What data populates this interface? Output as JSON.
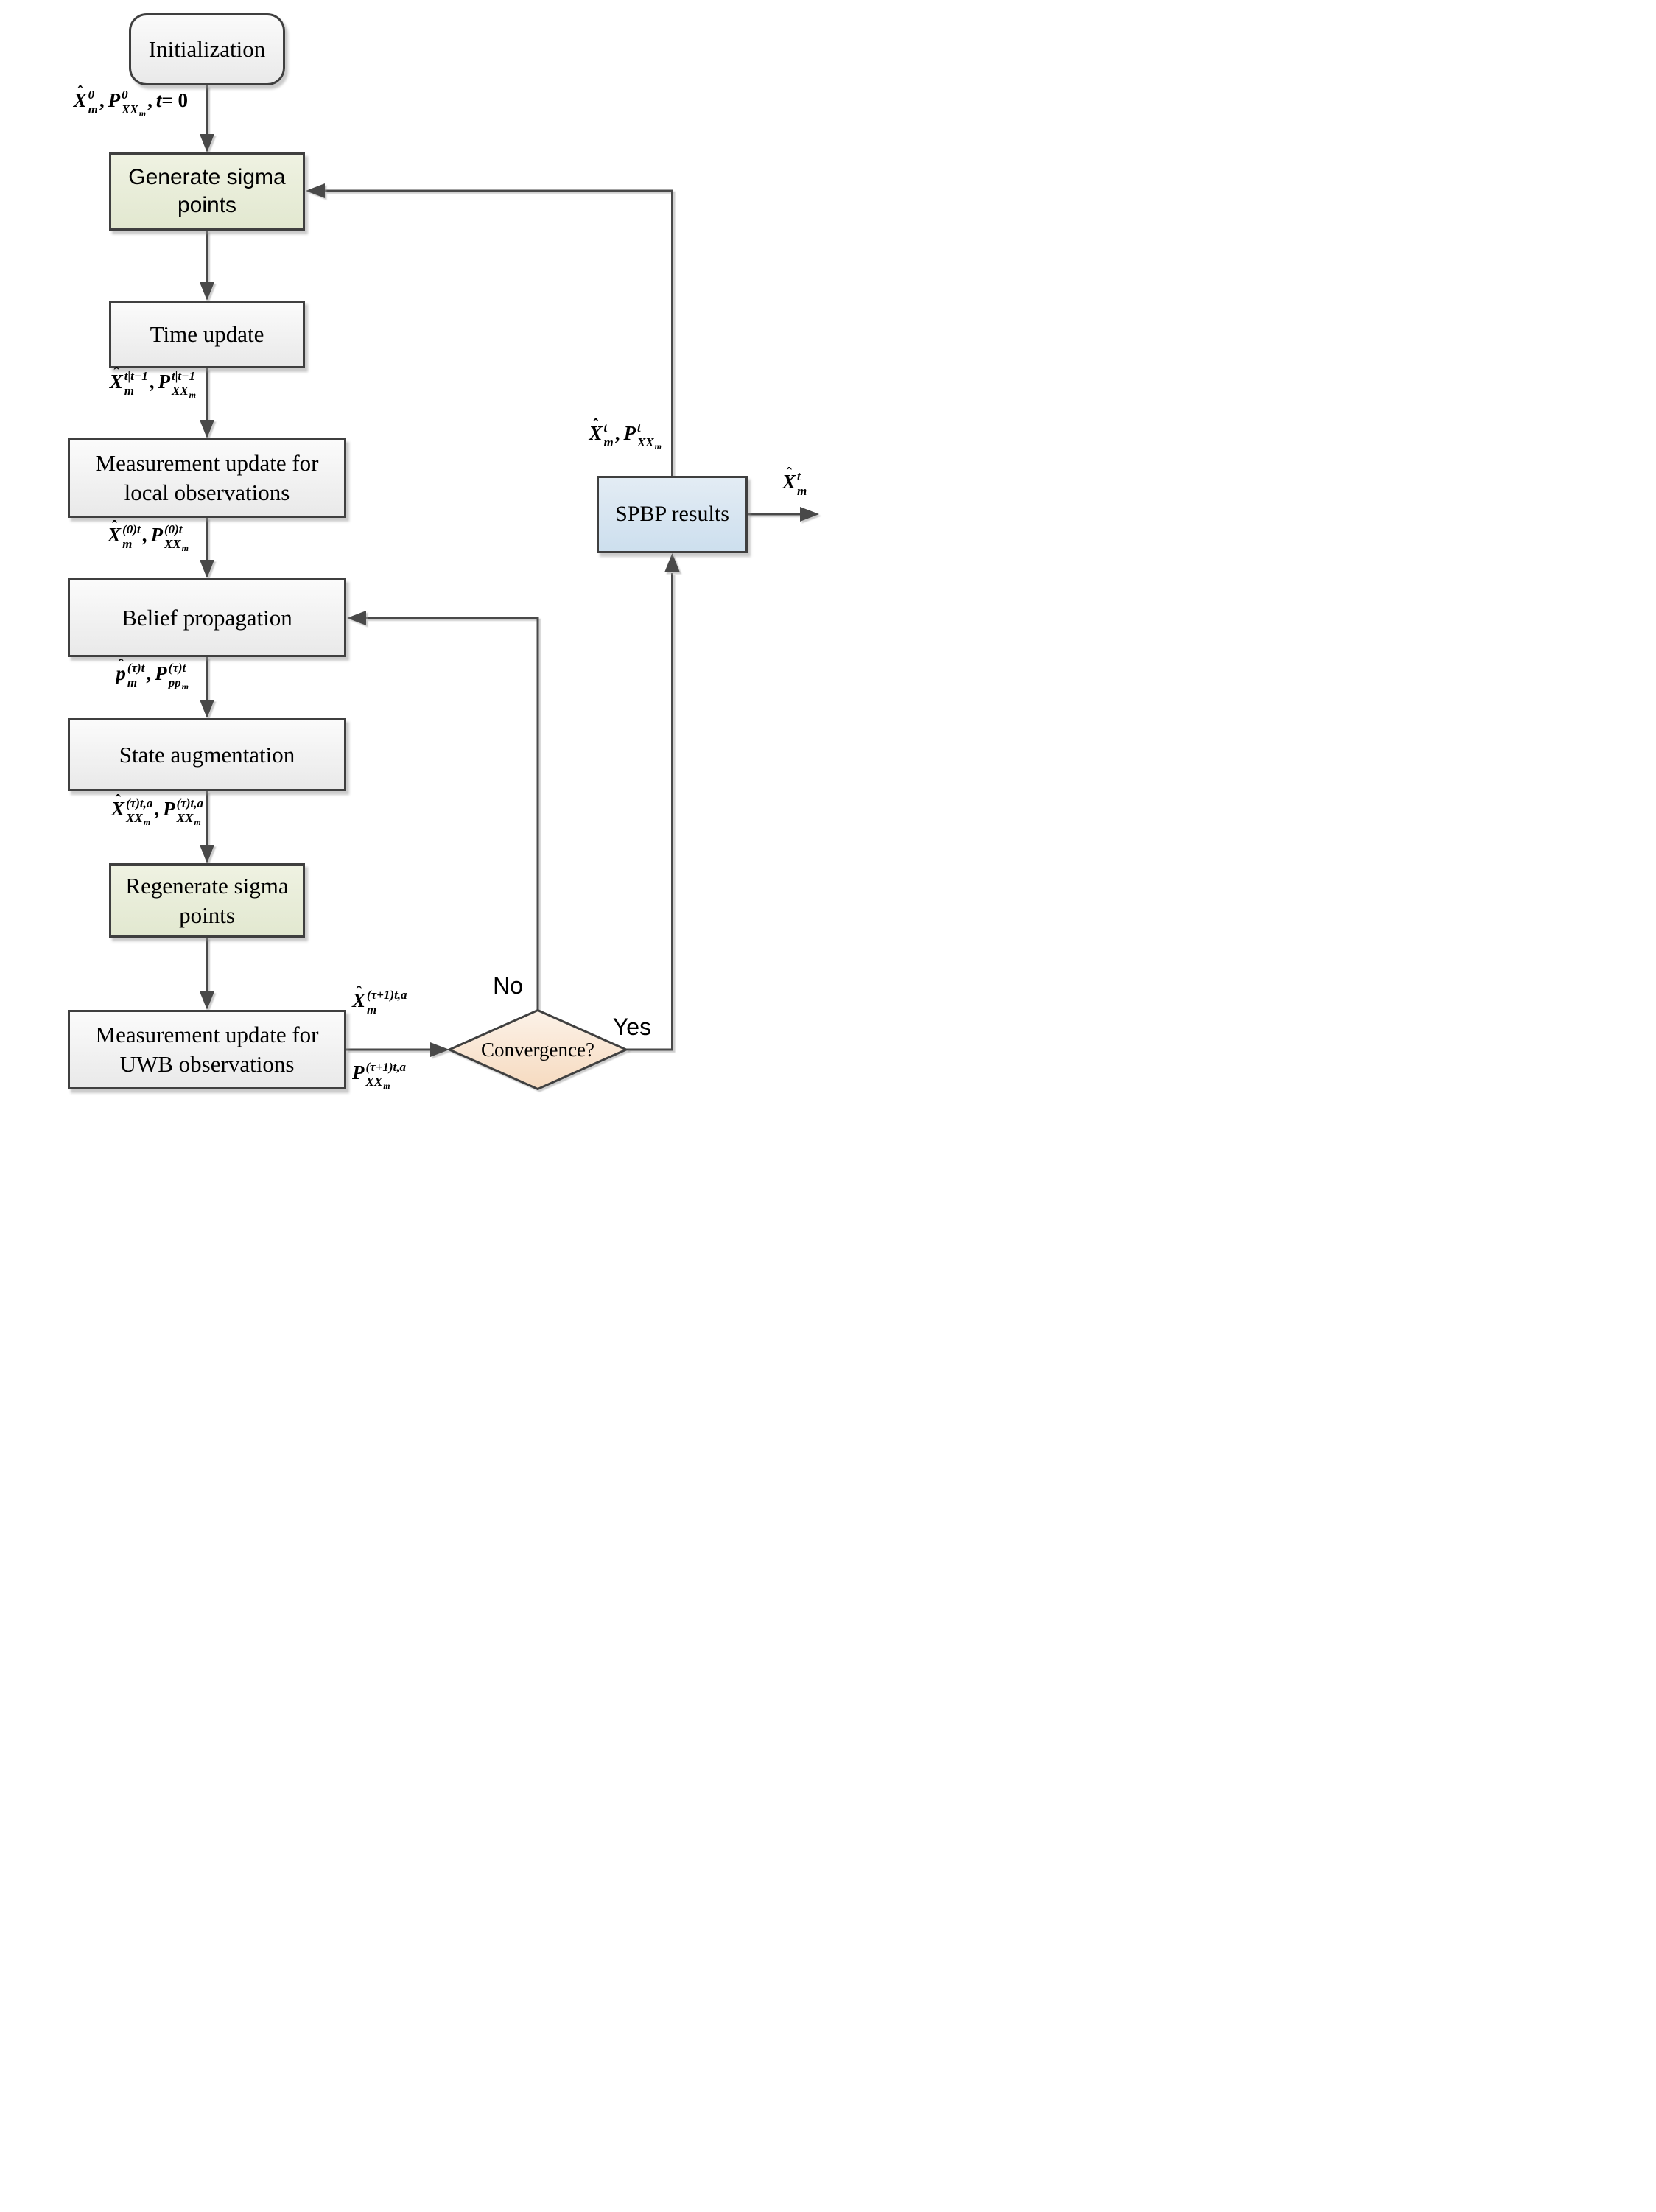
{
  "nodes": {
    "initialization": {
      "label": "Initialization"
    },
    "generate": {
      "label": "Generate sigma points"
    },
    "time": {
      "label": "Time update"
    },
    "meas_local": {
      "label": "Measurement update for local observations"
    },
    "belief": {
      "label": "Belief propagation"
    },
    "state_aug": {
      "label": "State augmentation"
    },
    "regen": {
      "label": "Regenerate sigma points"
    },
    "meas_uwb": {
      "label": "Measurement update for UWB observations"
    },
    "spbp": {
      "label": "SPBP results"
    },
    "convergence": {
      "label": "Convergence?"
    }
  },
  "branches": {
    "no": "No",
    "yes": "Yes"
  },
  "math_labels": {
    "init_out": [
      {
        "t": "X",
        "hat": 1,
        "sup": "0",
        "sub": "m"
      },
      {
        "t": ",",
        "r": 1
      },
      {
        "t": "P",
        "sup": "0",
        "sub": "XX",
        "ss": "m"
      },
      {
        "t": ",",
        "r": 1
      },
      {
        "t": "t"
      },
      {
        "t": "= 0",
        "r": 1
      }
    ],
    "time_out": [
      {
        "t": "X",
        "hat": 1,
        "sup": "t|t−1",
        "sub": "m"
      },
      {
        "t": ",",
        "r": 1
      },
      {
        "t": "P",
        "sup": "t|t−1",
        "sub": "XX",
        "ss": "m"
      }
    ],
    "meas_local_out": [
      {
        "t": "X",
        "hat": 1,
        "sup": "(0)t",
        "sub": "m"
      },
      {
        "t": ",",
        "r": 1
      },
      {
        "t": "P",
        "sup": "(0)t",
        "sub": "XX",
        "ss": "m"
      }
    ],
    "belief_out": [
      {
        "t": "p",
        "hat": 1,
        "sup": "(τ)t",
        "sub": "m"
      },
      {
        "t": ",",
        "r": 1
      },
      {
        "t": "P",
        "sup": "(τ)t",
        "sub": "pp",
        "ss": "m"
      }
    ],
    "state_out": [
      {
        "t": "X",
        "hat": 1,
        "sup": "(τ)t,a",
        "sub": "XX",
        "ss": "m"
      },
      {
        "t": ",",
        "r": 1
      },
      {
        "t": "P",
        "sup": "(τ)t,a",
        "sub": "XX",
        "ss": "m"
      }
    ],
    "uwb_out_top": [
      {
        "t": "X",
        "hat": 1,
        "sup": "(τ+1)t,a",
        "sub": "m"
      }
    ],
    "uwb_out_bottom": [
      {
        "t": "P",
        "sup": "(τ+1)t,a",
        "sub": "XX",
        "ss": "m"
      }
    ],
    "spbp_in": [
      {
        "t": "X",
        "hat": 1,
        "sup": "t",
        "sub": "m"
      },
      {
        "t": ",",
        "r": 1
      },
      {
        "t": "P",
        "sup": "t",
        "sub": "XX",
        "ss": "m"
      }
    ],
    "spbp_out": [
      {
        "t": "X",
        "hat": 1,
        "sup": "t",
        "sub": "m"
      }
    ]
  },
  "colors": {
    "border": "#3f3f3f",
    "arrow": "#4a4a4a",
    "box_top": "#fbfbfb",
    "box_bottom": "#e9e9e9",
    "green_top": "#eff2e2",
    "green_bottom": "#e2e8d0",
    "blue_top": "#e3ecf4",
    "blue_bottom": "#cddfee",
    "peach_top": "#fcf2e8",
    "peach_bottom": "#f6dabf",
    "text": "#000000"
  }
}
